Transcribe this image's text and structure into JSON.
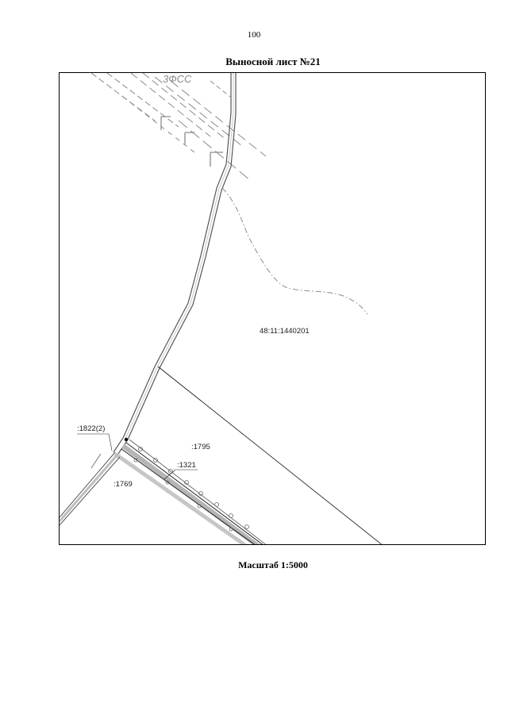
{
  "page": {
    "number": "100",
    "title": "Выносной лист №21",
    "scale": "Масштаб 1:5000"
  },
  "map": {
    "parcel_main": "48:11:1440201",
    "label_1822": ":1822(2)",
    "label_1795": ":1795",
    "label_1321": ":1321",
    "label_1769": ":1769",
    "label_zone": "3ФСС"
  }
}
